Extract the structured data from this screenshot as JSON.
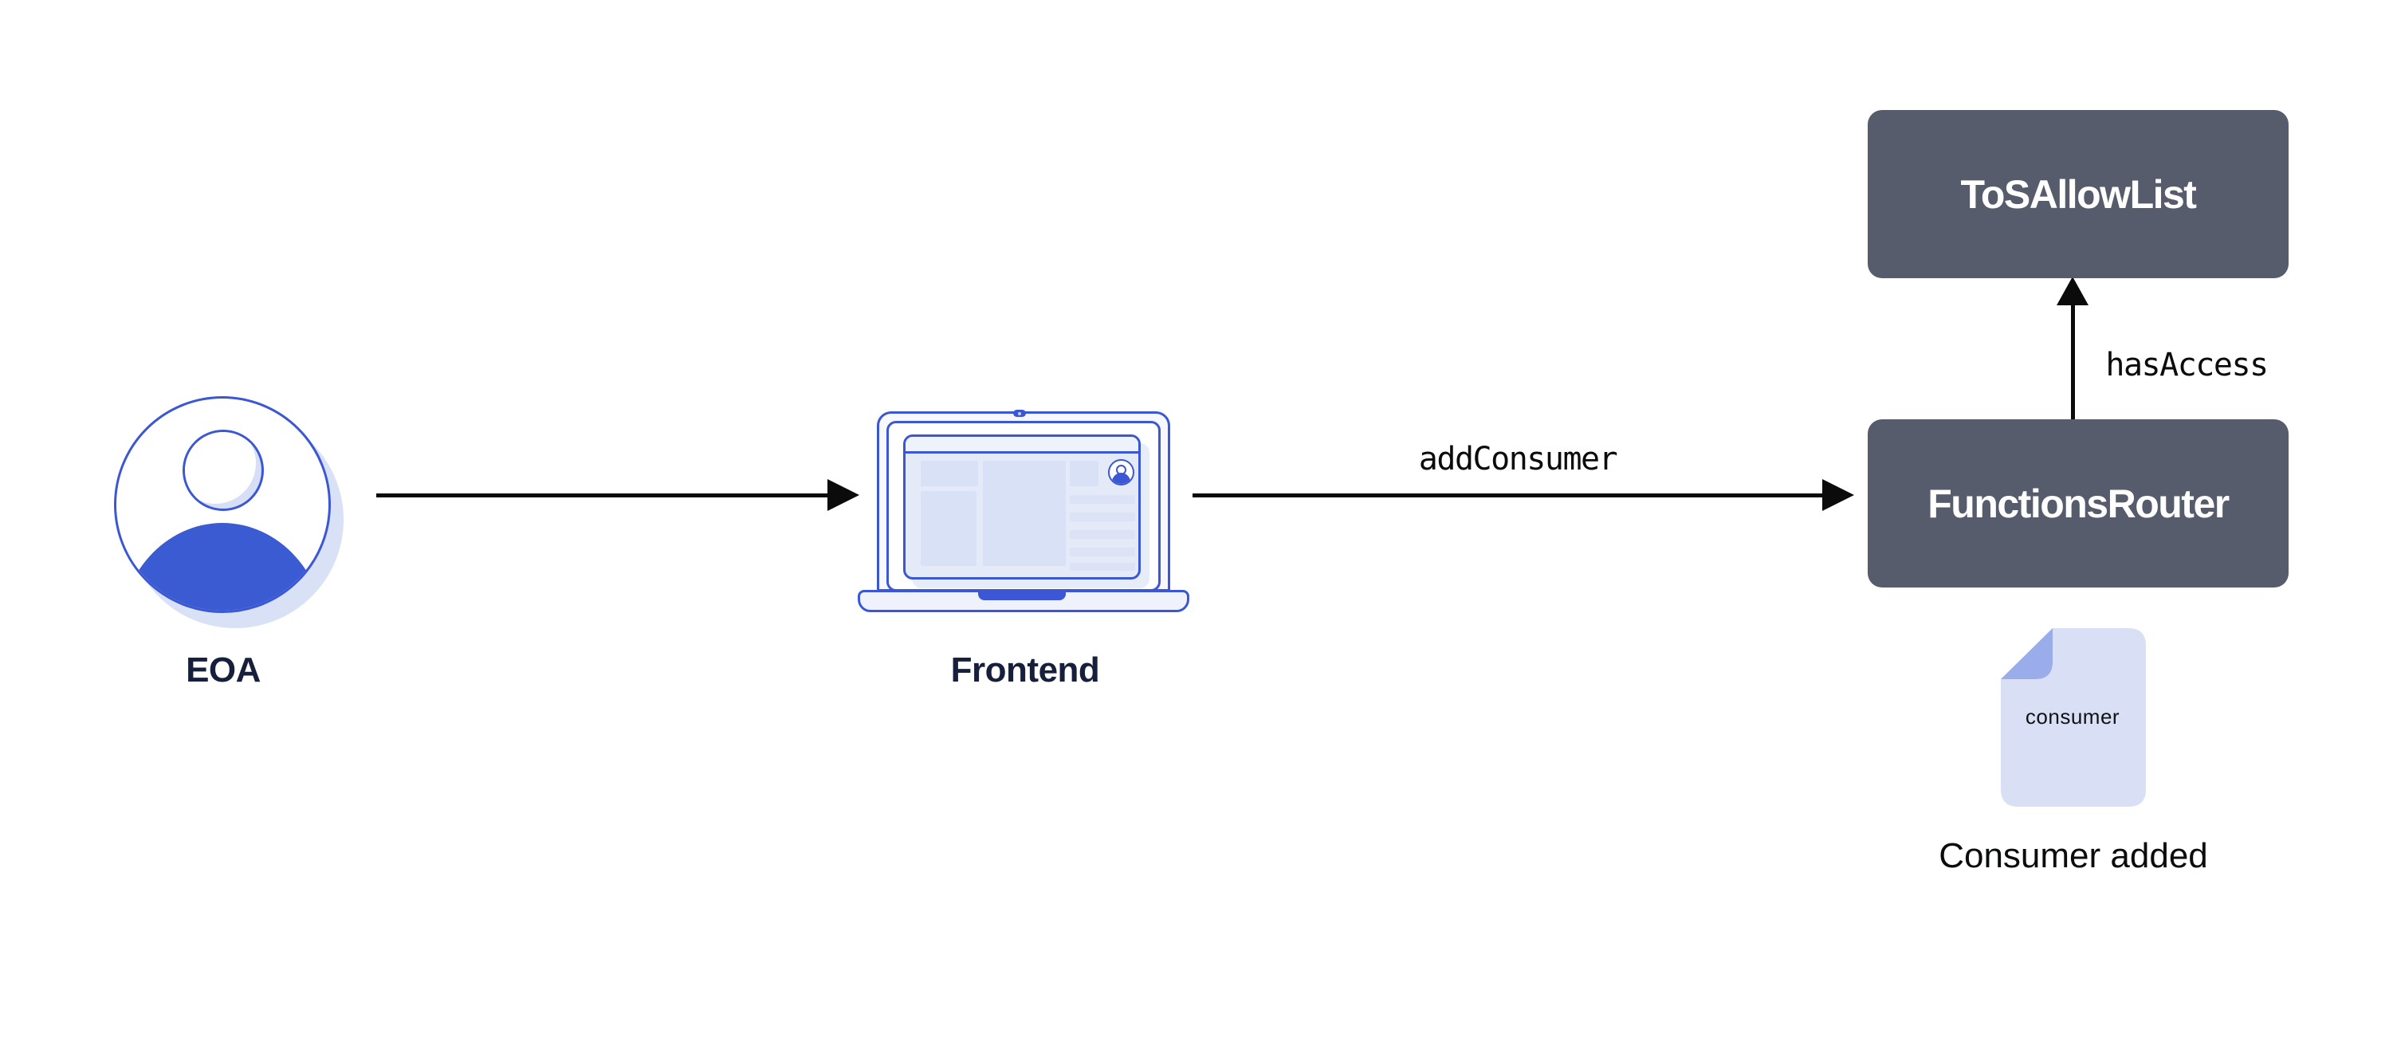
{
  "diagram": {
    "nodes": {
      "eoa": {
        "label": "EOA"
      },
      "frontend": {
        "label": "Frontend"
      },
      "functions_router": {
        "label": "FunctionsRouter"
      },
      "tos_allow_list": {
        "label": "ToSAllowList"
      }
    },
    "edges": {
      "frontend_to_router": {
        "label": "addConsumer"
      },
      "router_to_tos": {
        "label": "hasAccess"
      }
    },
    "artifact": {
      "file_text": "consumer",
      "caption": "Consumer added"
    },
    "colors": {
      "accent_blue": "#3B57D4",
      "fill_blue": "#3A5BD1",
      "dark_slate": "#565C6B",
      "light_lavender": "#D9E1F6",
      "pale_lavender": "#EEF2FB",
      "fold_periwinkle": "#9AACE9",
      "shadow_lavender": "#D9E1F7",
      "navy_text": "#161F3B",
      "arrow_black": "#0B0B0C",
      "background": "#FFFFFF"
    }
  }
}
